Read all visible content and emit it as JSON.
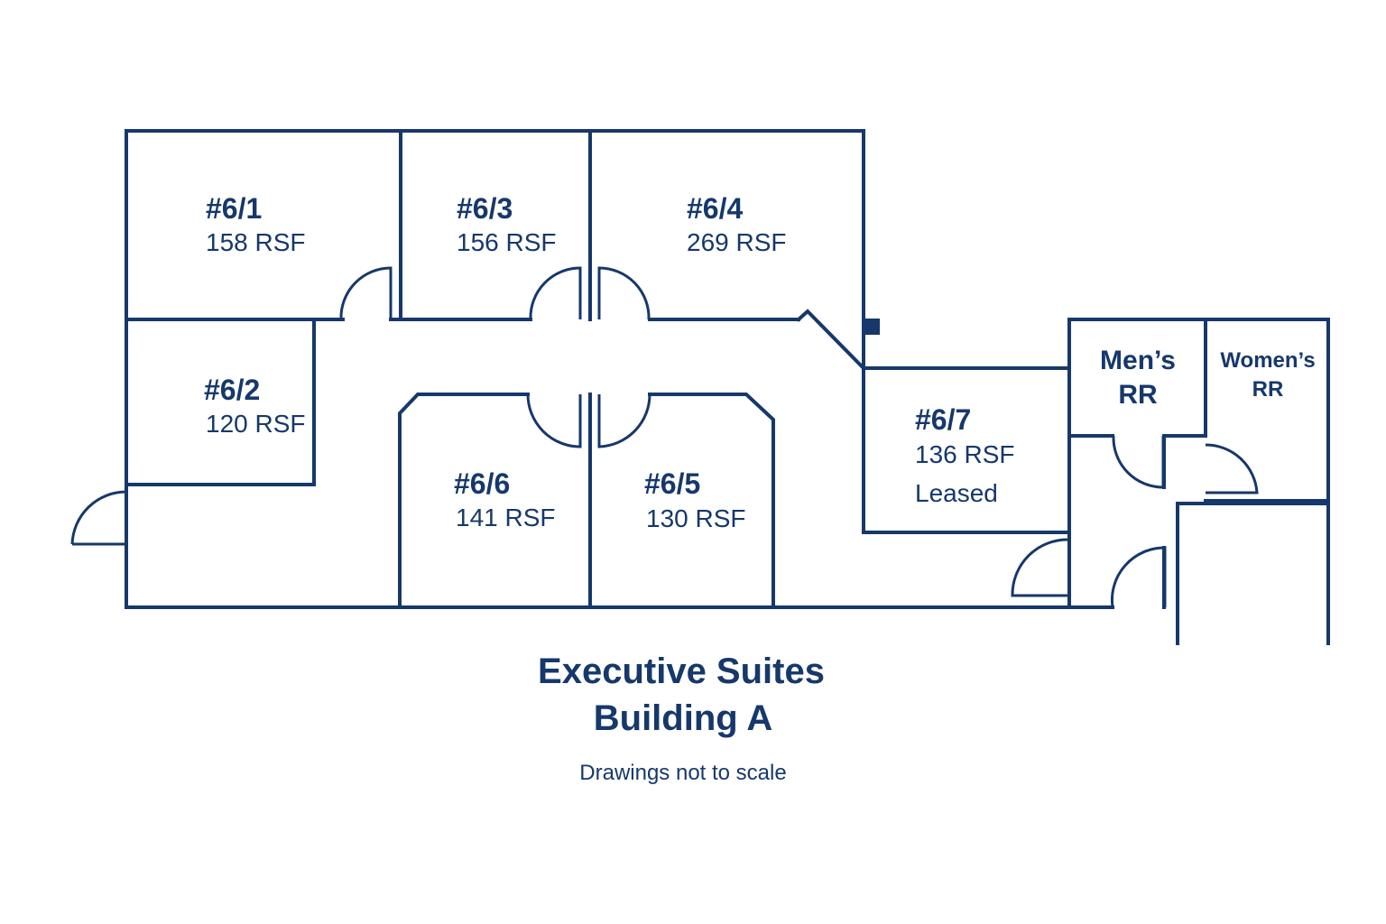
{
  "suites": [
    {
      "id": "#6/1",
      "area": "158 RSF"
    },
    {
      "id": "#6/2",
      "area": "120 RSF"
    },
    {
      "id": "#6/3",
      "area": "156 RSF"
    },
    {
      "id": "#6/4",
      "area": "269 RSF"
    },
    {
      "id": "#6/5",
      "area": "130 RSF"
    },
    {
      "id": "#6/6",
      "area": "141 RSF"
    },
    {
      "id": "#6/7",
      "area": "136 RSF",
      "status": "Leased"
    }
  ],
  "restrooms": {
    "mens": [
      "Men’s",
      "RR"
    ],
    "womens": [
      "Women’s",
      "RR"
    ]
  },
  "title": [
    "Executive Suites",
    "Building A"
  ],
  "note": "Drawings not to scale",
  "colors": {
    "ink": "#16386b",
    "background": "#ffffff"
  }
}
